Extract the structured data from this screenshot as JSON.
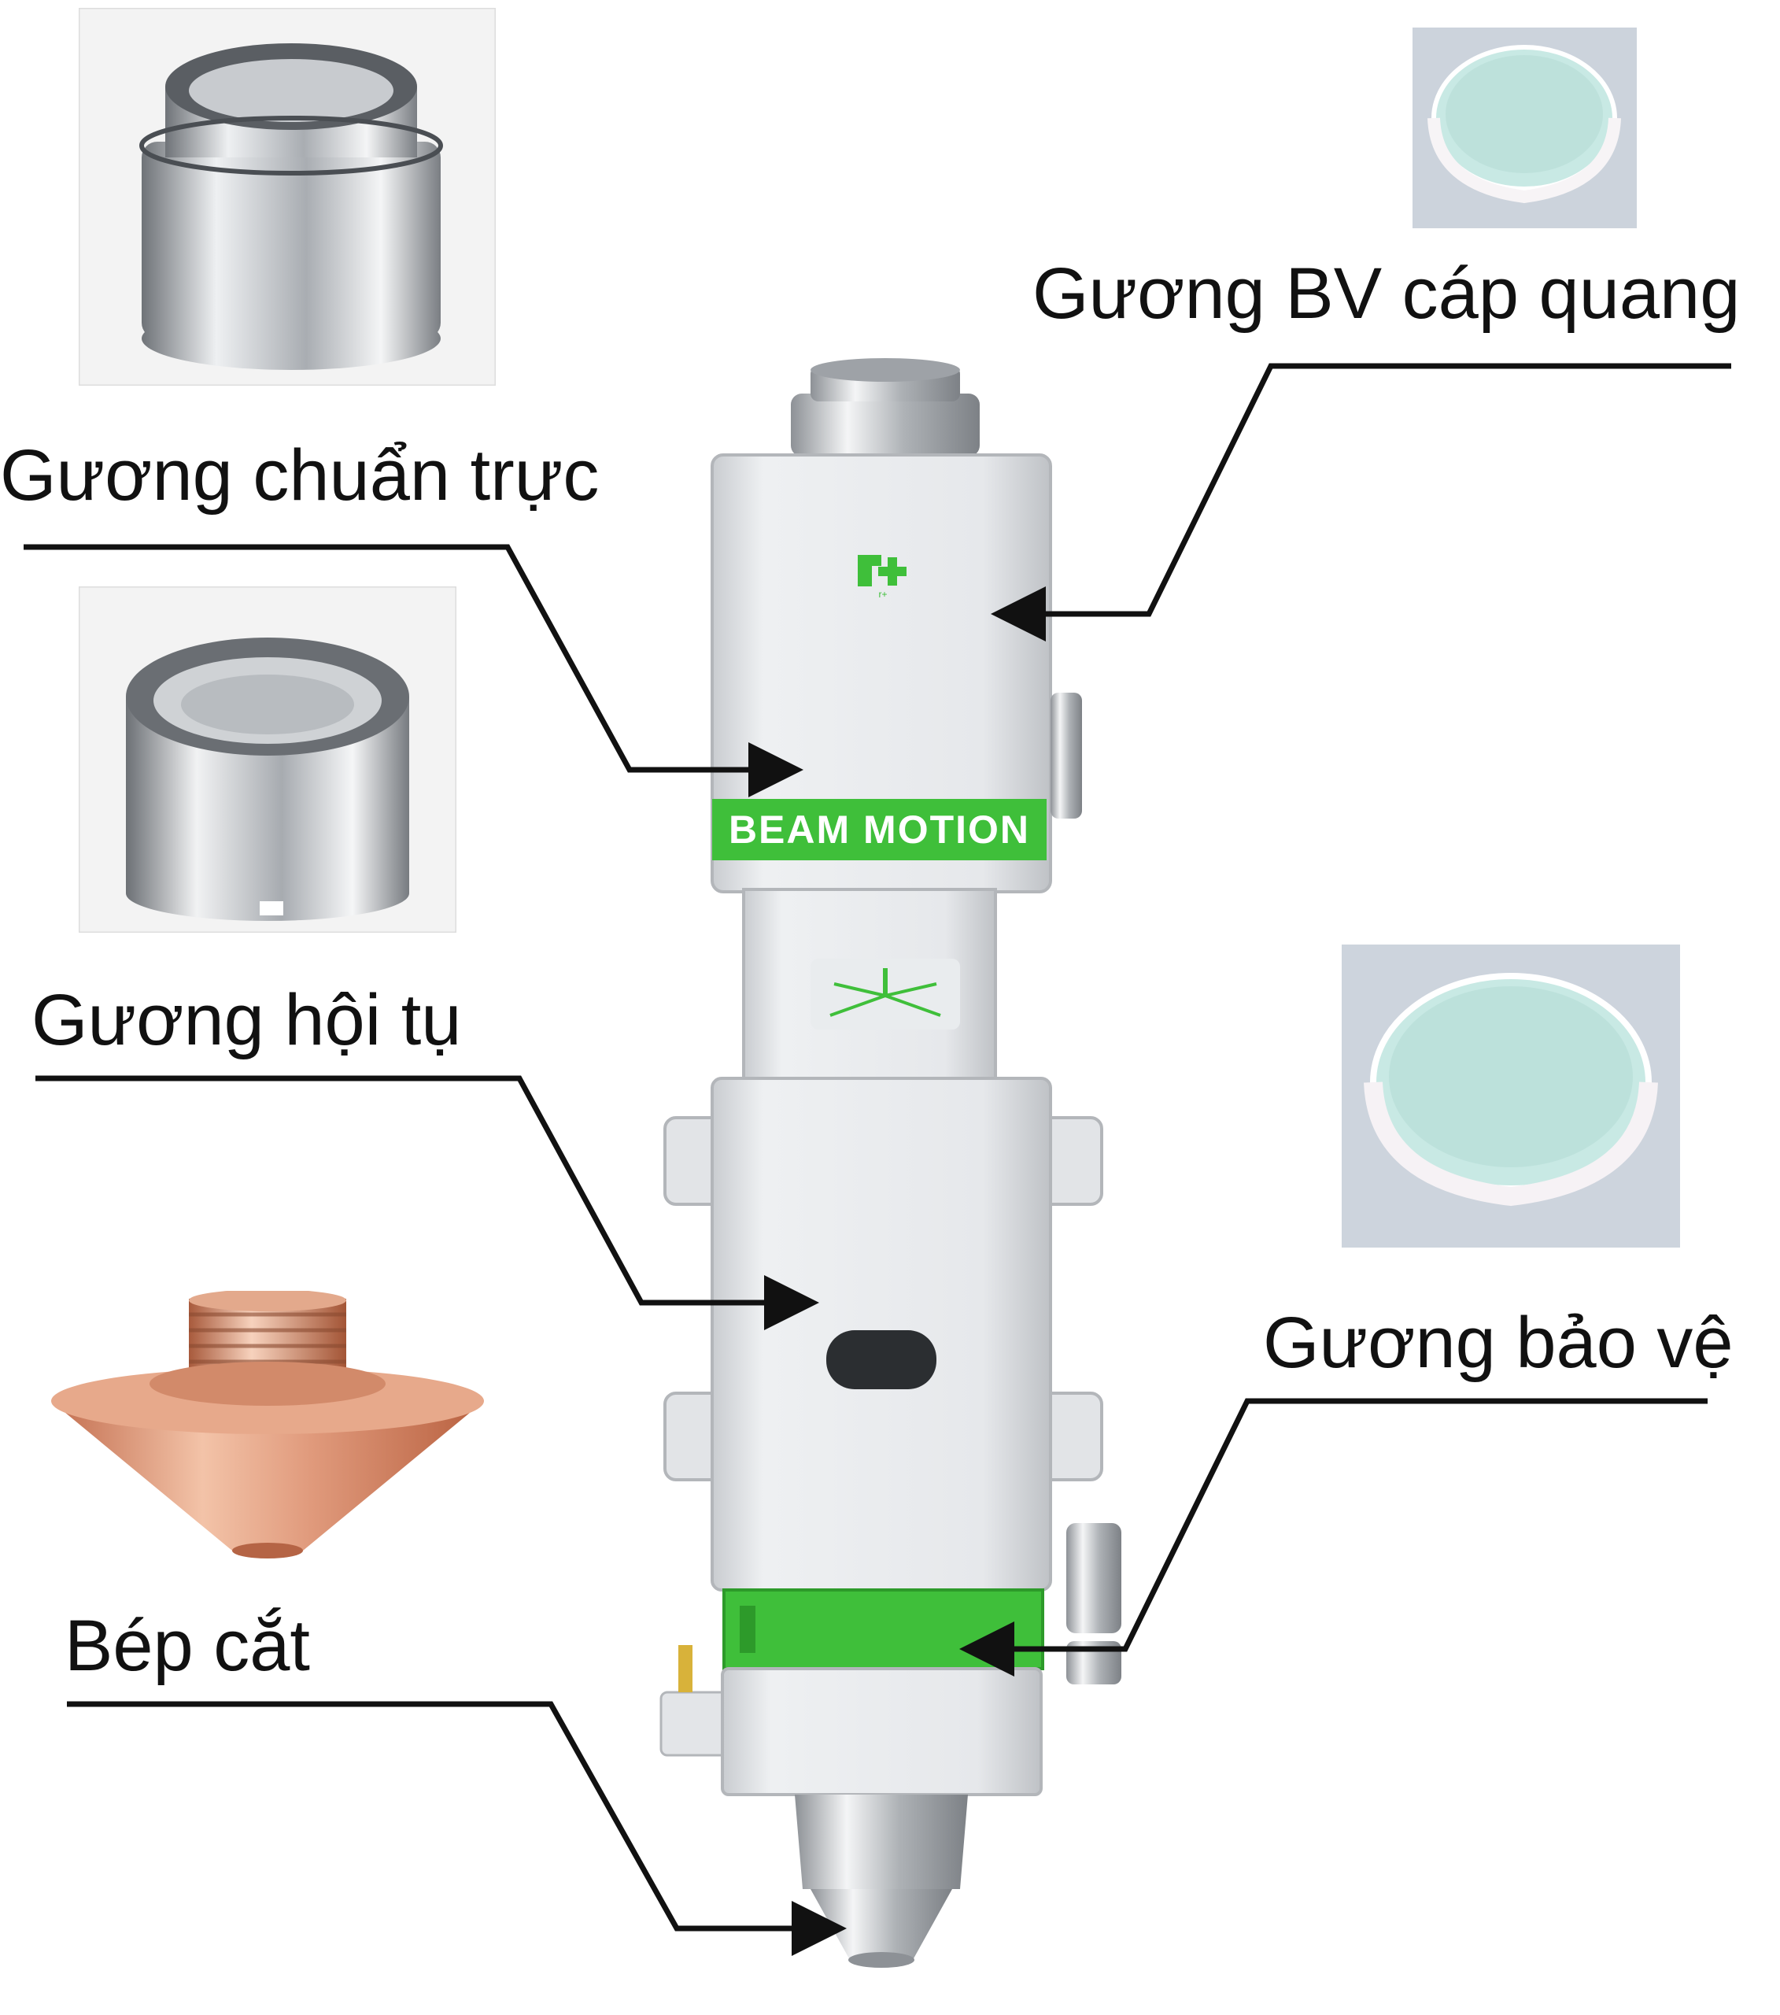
{
  "labels": {
    "collimator": "Gương chuẩn trực",
    "fiber_protect": "Gương BV cáp quang",
    "focus": "Gương hội tụ",
    "protect": "Gương bảo vệ",
    "nozzle": "Bép cắt"
  },
  "head": {
    "brand_band": "BEAM MOTION",
    "logo_mark": "r+"
  },
  "colors": {
    "accent_green": "#3fbf3a",
    "body_gray": "#e4e6e9",
    "copper": "#d9906f",
    "steel": "#b9bcc0",
    "lens_tint": "#bfe3e0"
  },
  "icons": {
    "arrow": "arrow-right-icon",
    "beam": "laser-beam-icon"
  }
}
